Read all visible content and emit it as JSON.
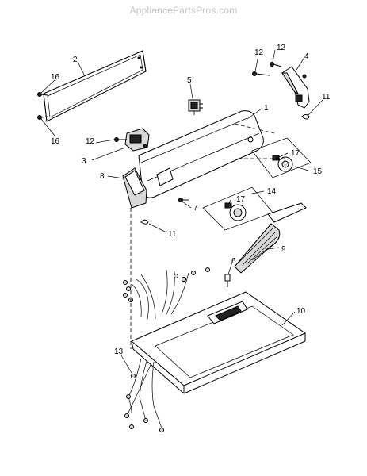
{
  "watermark": "AppliancePartsPros.com",
  "callouts": {
    "c1": "1",
    "c2": "2",
    "c3": "3",
    "c4": "4",
    "c5": "5",
    "c6": "6",
    "c7": "7",
    "c8": "8",
    "c9": "9",
    "c10": "10",
    "c11a": "11",
    "c11b": "11",
    "c12a": "12",
    "c12b": "12",
    "c12c": "12",
    "c13": "13",
    "c14": "14",
    "c15": "15",
    "c16a": "16",
    "c16b": "16",
    "c17a": "17",
    "c17b": "17"
  }
}
